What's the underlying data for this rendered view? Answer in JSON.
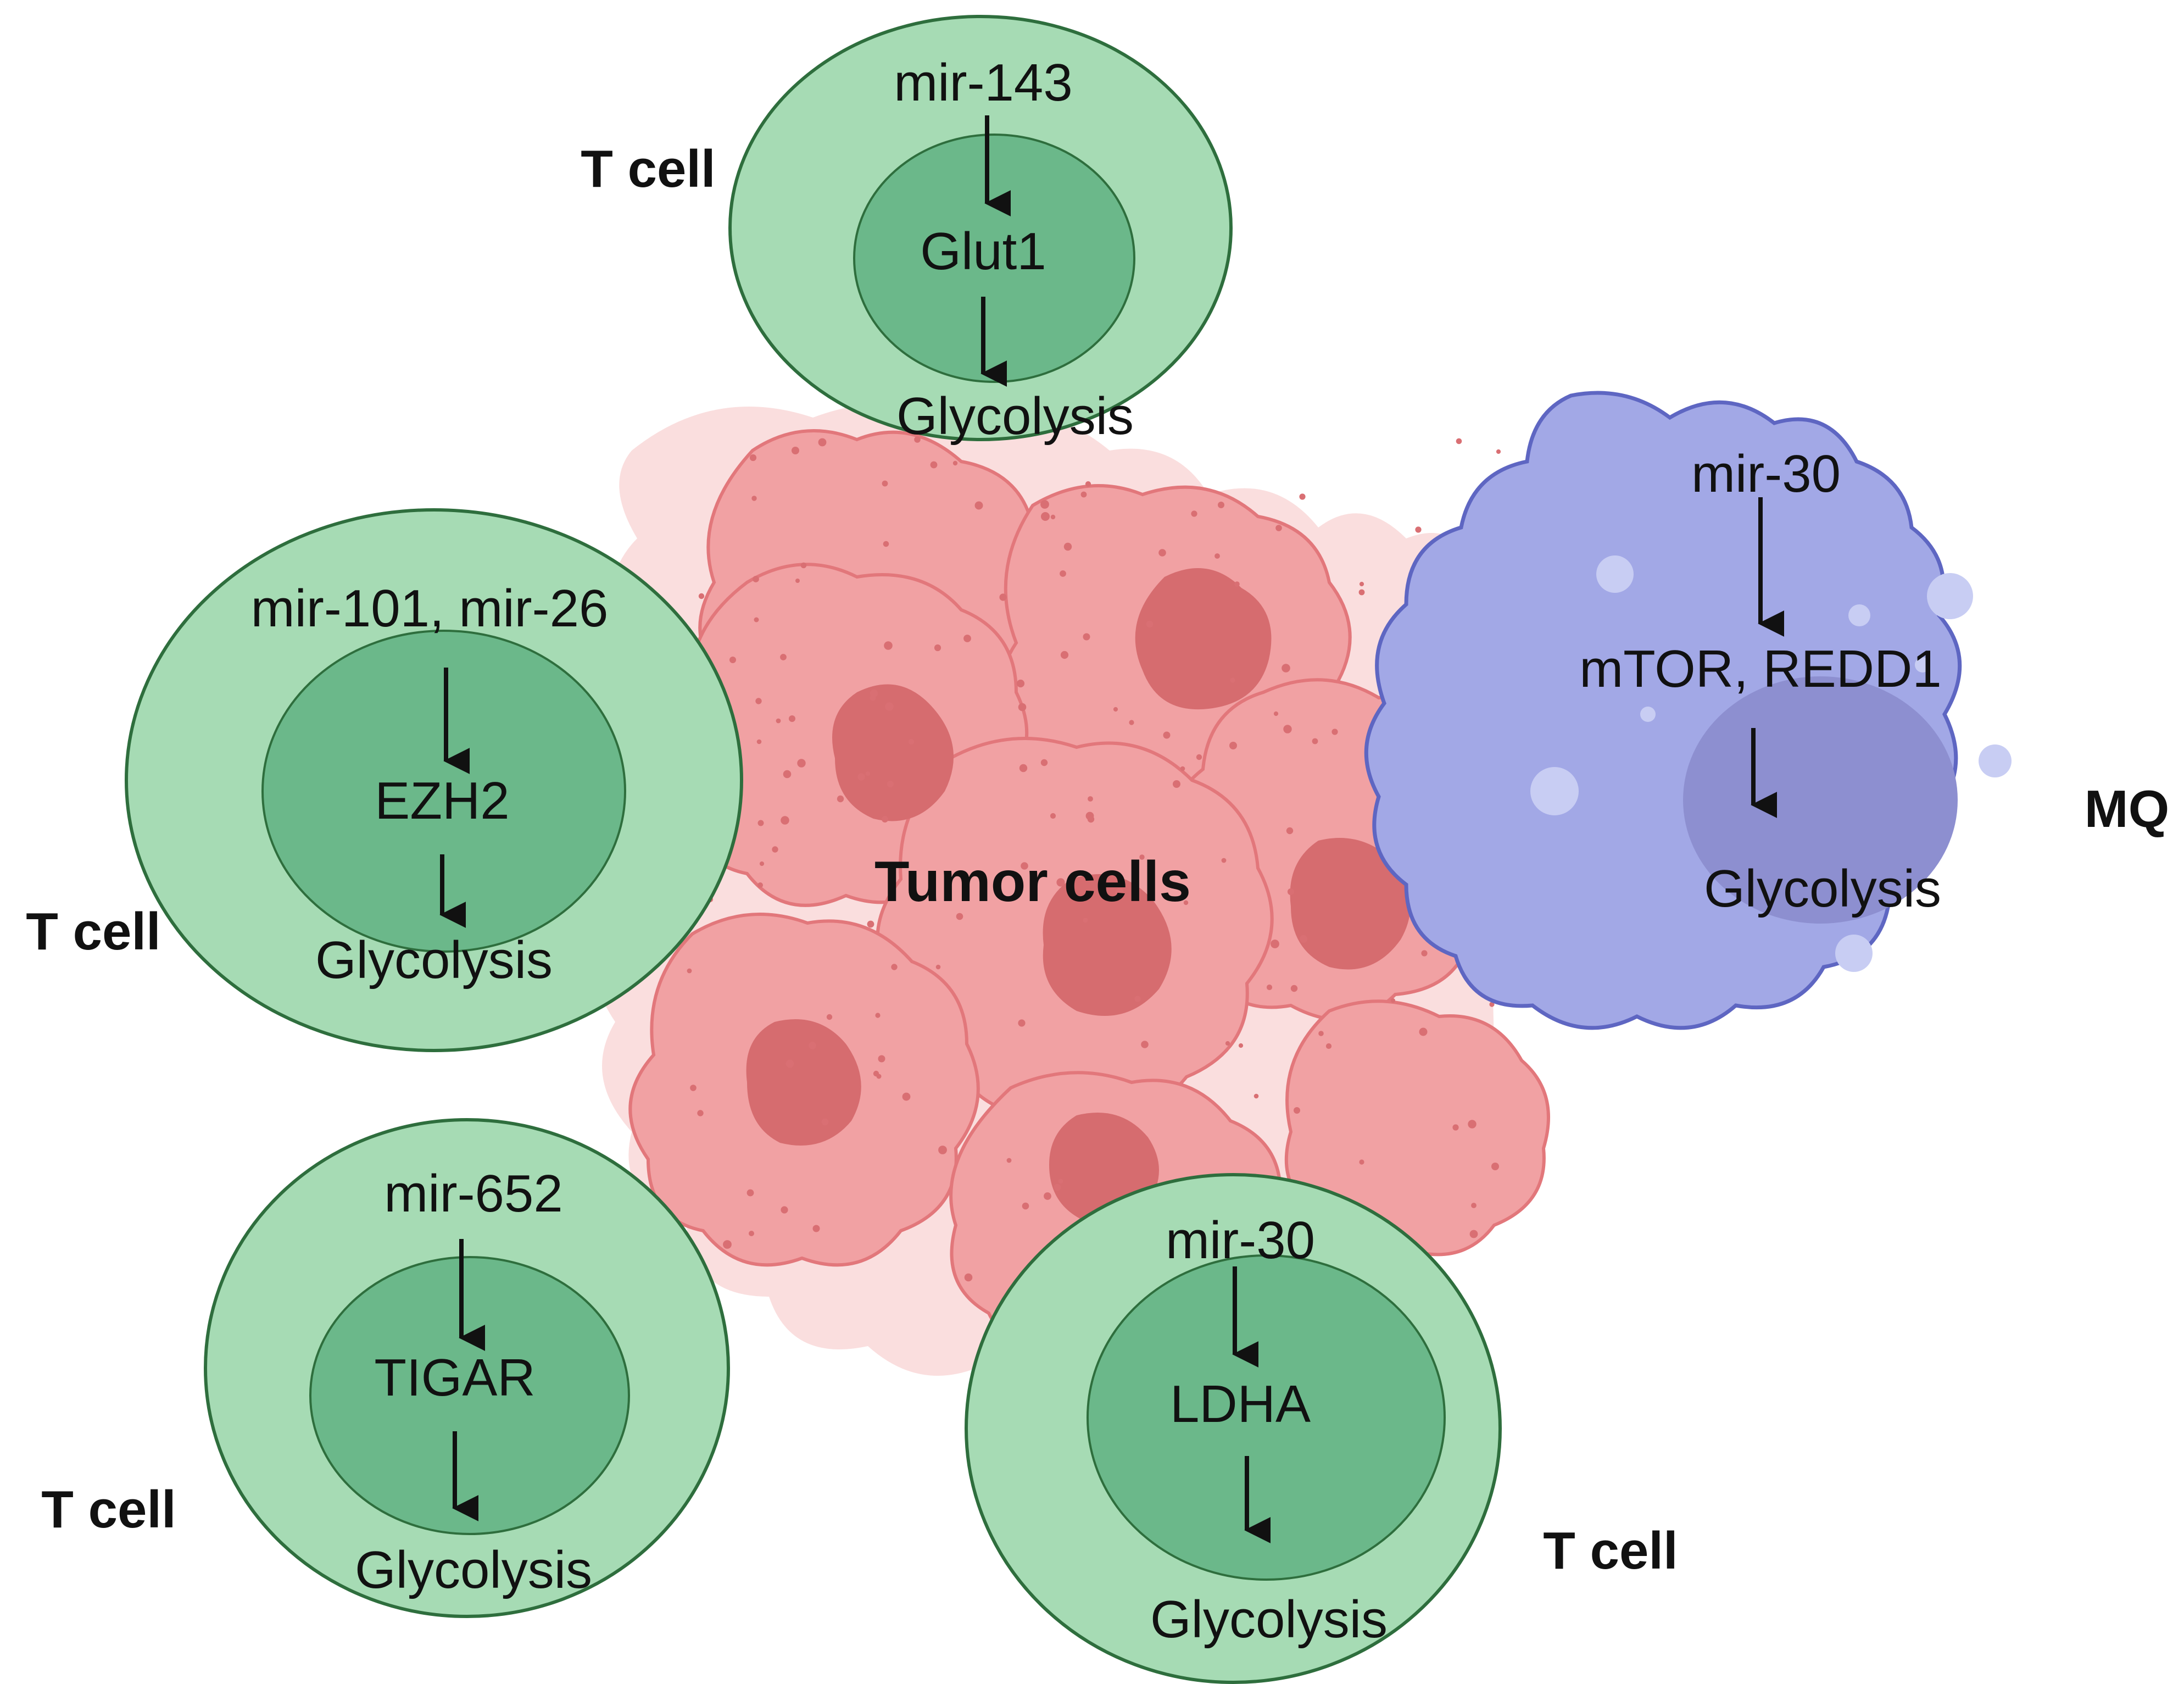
{
  "tumor": {
    "label": "Tumor cells",
    "colors": {
      "cytoplasm": "#F1A1A3",
      "cytoplasm_light": "#F6C2C3",
      "nucleus": "#D66C6F",
      "outline": "#E2777B"
    }
  },
  "t_cell_colors": {
    "outer": "#A6DBB4",
    "inner": "#6BB88A",
    "outline": "#2E6E3D"
  },
  "macrophage_colors": {
    "body": "#A2A8E6",
    "nucleus": "#8D8FD0",
    "outline": "#5E66C2",
    "vesicle": "#C8CDF3"
  },
  "cells": [
    {
      "id": "tcell-top",
      "cell_label": "T cell",
      "regulator": "mir-143",
      "target": "Glut1",
      "outcome": "Glycolysis"
    },
    {
      "id": "tcell-left",
      "cell_label": "T cell",
      "regulator": "mir-101, mir-26",
      "target": "EZH2",
      "outcome": "Glycolysis"
    },
    {
      "id": "tcell-bottom-left",
      "cell_label": "T cell",
      "regulator": "mir-652",
      "target": "TIGAR",
      "outcome": "Glycolysis"
    },
    {
      "id": "tcell-bottom-right",
      "cell_label": "T cell",
      "regulator": "mir-30",
      "target": "LDHA",
      "outcome": "Glycolysis"
    },
    {
      "id": "macrophage",
      "cell_label": "MQ",
      "regulator": "mir-30",
      "target": "mTOR, REDD1",
      "outcome": "Glycolysis"
    }
  ],
  "icons": {
    "arrow": "arrow-down-icon"
  }
}
